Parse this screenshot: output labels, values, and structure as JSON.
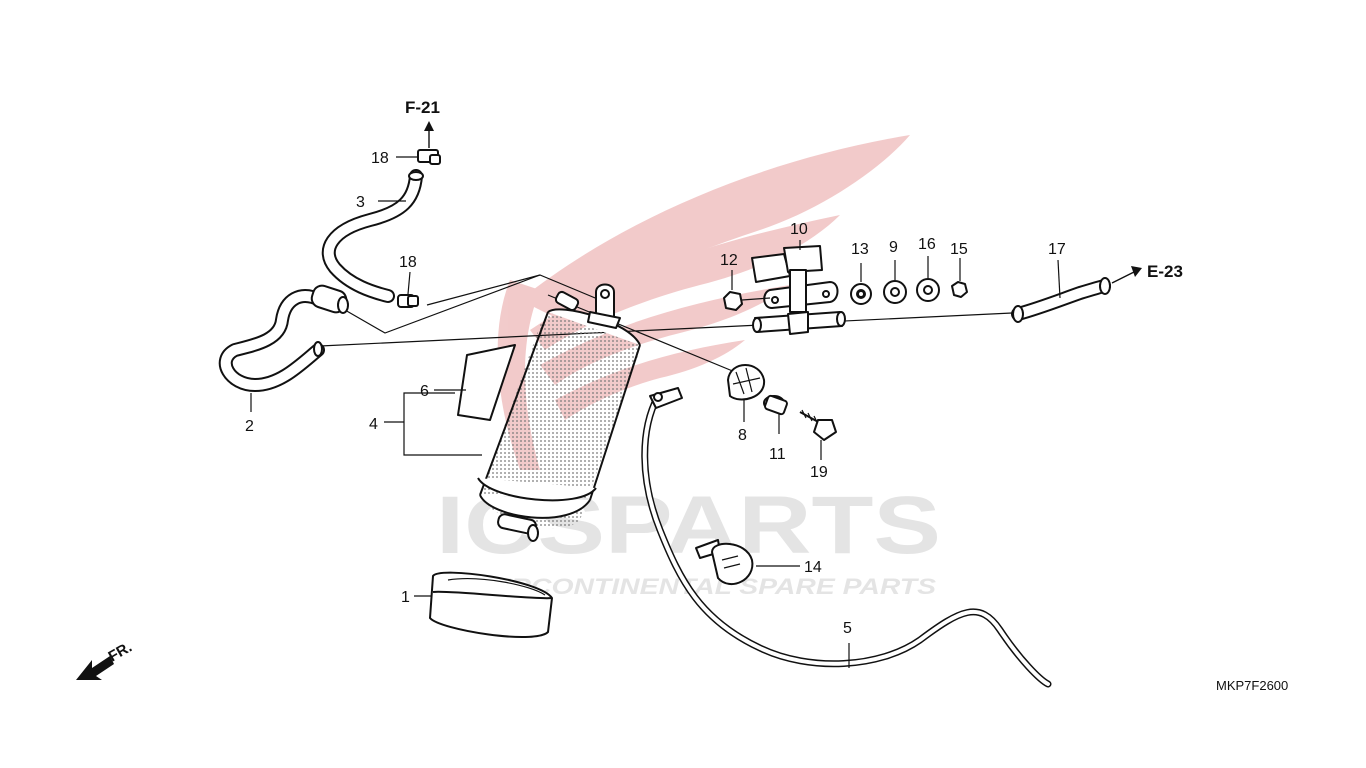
{
  "watermark": {
    "brand": "ICSPARTS",
    "tagline": "INTERCONTINENTAL SPARE PARTS",
    "wing_color": "#e8a0a0",
    "text_color": "#cfcfcf"
  },
  "references": {
    "top": "F-21",
    "right": "E-23"
  },
  "direction_label": "FR.",
  "diagram_code": "MKP7F2600",
  "callouts": {
    "p1": "1",
    "p2": "2",
    "p3": "3",
    "p4": "4",
    "p5": "5",
    "p6": "6",
    "p8": "8",
    "p9": "9",
    "p10": "10",
    "p11": "11",
    "p12": "12",
    "p13": "13",
    "p14": "14",
    "p15": "15",
    "p16": "16",
    "p17": "17",
    "p18a": "18",
    "p18b": "18",
    "p19": "19"
  }
}
